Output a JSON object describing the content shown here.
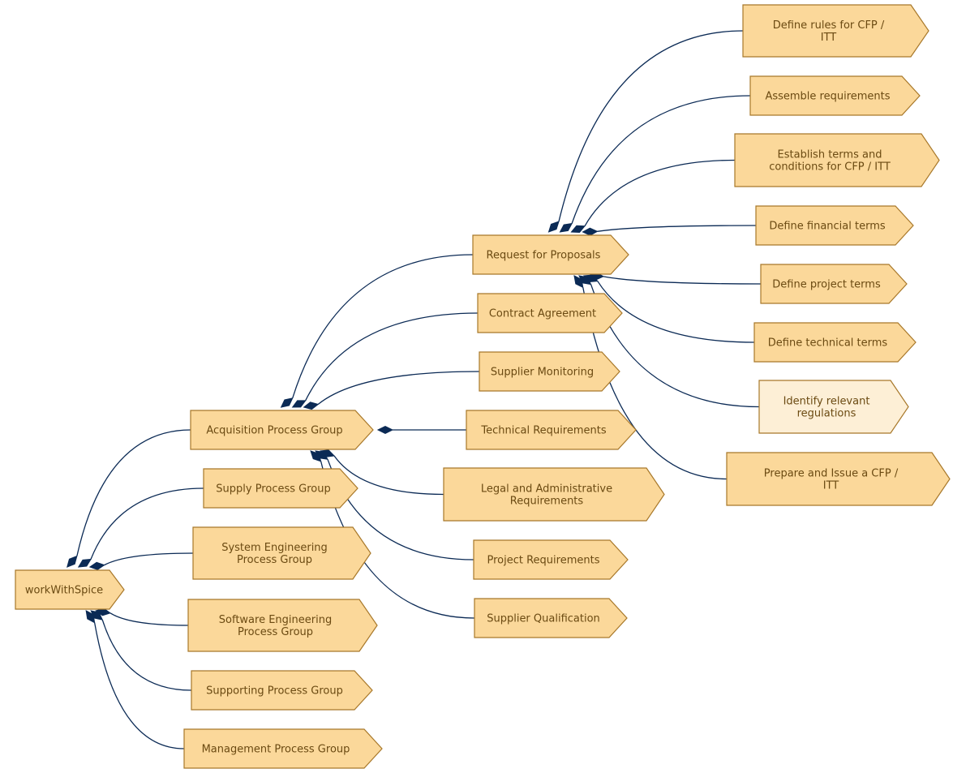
{
  "diagram": {
    "nodes": [
      {
        "id": "root",
        "lines": [
          "workWithSpice"
        ]
      },
      {
        "id": "acq",
        "lines": [
          "Acquisition Process Group"
        ]
      },
      {
        "id": "supply",
        "lines": [
          "Supply Process Group"
        ]
      },
      {
        "id": "syseng",
        "lines": [
          "System Engineering",
          "Process Group"
        ]
      },
      {
        "id": "sweng",
        "lines": [
          "Software Engineering",
          "Process Group"
        ]
      },
      {
        "id": "support",
        "lines": [
          "Supporting Process Group"
        ]
      },
      {
        "id": "mgmt",
        "lines": [
          "Management Process Group"
        ]
      },
      {
        "id": "rfp",
        "lines": [
          "Request for Proposals"
        ]
      },
      {
        "id": "contract",
        "lines": [
          "Contract Agreement"
        ]
      },
      {
        "id": "monitor",
        "lines": [
          "Supplier Monitoring"
        ]
      },
      {
        "id": "techreq",
        "lines": [
          "Technical Requirements"
        ]
      },
      {
        "id": "legal",
        "lines": [
          "Legal and Administrative",
          "Requirements"
        ]
      },
      {
        "id": "projreq",
        "lines": [
          "Project Requirements"
        ]
      },
      {
        "id": "qual",
        "lines": [
          "Supplier Qualification"
        ]
      },
      {
        "id": "rules",
        "lines": [
          "Define rules for CFP /",
          "ITT"
        ]
      },
      {
        "id": "assemble",
        "lines": [
          "Assemble requirements"
        ]
      },
      {
        "id": "terms",
        "lines": [
          "Establish terms and",
          "conditions for CFP / ITT"
        ]
      },
      {
        "id": "fin",
        "lines": [
          "Define financial terms"
        ]
      },
      {
        "id": "proj",
        "lines": [
          "Define project terms"
        ]
      },
      {
        "id": "tech",
        "lines": [
          "Define technical terms"
        ]
      },
      {
        "id": "regs",
        "lines": [
          "Identify relevant",
          "regulations"
        ],
        "highlight": "light"
      },
      {
        "id": "issue",
        "lines": [
          "Prepare and Issue a CFP /",
          "ITT"
        ]
      }
    ],
    "edges": [
      [
        "root",
        "acq"
      ],
      [
        "root",
        "supply"
      ],
      [
        "root",
        "syseng"
      ],
      [
        "root",
        "sweng"
      ],
      [
        "root",
        "support"
      ],
      [
        "root",
        "mgmt"
      ],
      [
        "acq",
        "rfp"
      ],
      [
        "acq",
        "contract"
      ],
      [
        "acq",
        "monitor"
      ],
      [
        "acq",
        "techreq"
      ],
      [
        "acq",
        "legal"
      ],
      [
        "acq",
        "projreq"
      ],
      [
        "acq",
        "qual"
      ],
      [
        "rfp",
        "rules"
      ],
      [
        "rfp",
        "assemble"
      ],
      [
        "rfp",
        "terms"
      ],
      [
        "rfp",
        "fin"
      ],
      [
        "rfp",
        "proj"
      ],
      [
        "rfp",
        "tech"
      ],
      [
        "rfp",
        "regs"
      ],
      [
        "rfp",
        "issue"
      ]
    ],
    "colors": {
      "fill": "#fbd89a",
      "fill_light": "#fdefd6",
      "stroke": "#a8782a",
      "text": "#6b4a12",
      "edge": "#0b2a55"
    }
  }
}
